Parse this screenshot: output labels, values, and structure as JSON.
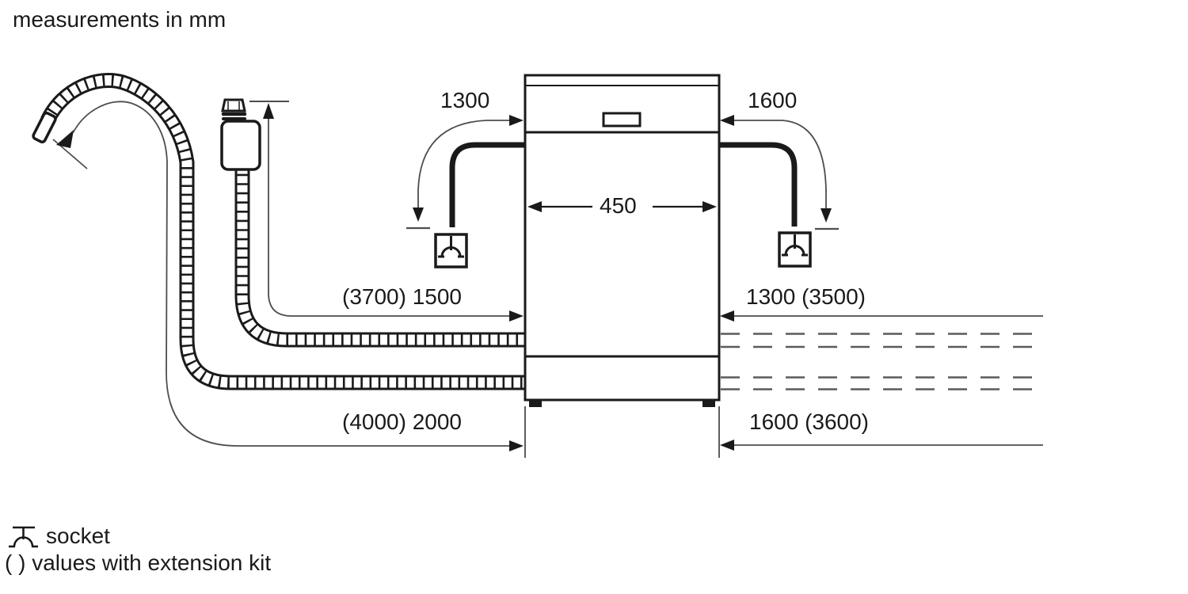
{
  "title": "measurements in mm",
  "colors": {
    "line": "#1a1a1a",
    "dim_line": "#4d4d4d",
    "dashed_line": "#5a5a5a",
    "background": "#ffffff"
  },
  "appliance": {
    "width_label": "450"
  },
  "dimensions": {
    "cord_left": "1300",
    "cord_right": "1600",
    "supply_hose_left": "(3700) 1500",
    "upper_hose_right": "1300 (3500)",
    "drain_hose_left": "(4000) 2000",
    "lower_hose_right": "1600 (3600)"
  },
  "legend": {
    "socket_icon": "socket-icon",
    "socket_label": "socket",
    "extension_note": "( ) values with extension kit"
  }
}
